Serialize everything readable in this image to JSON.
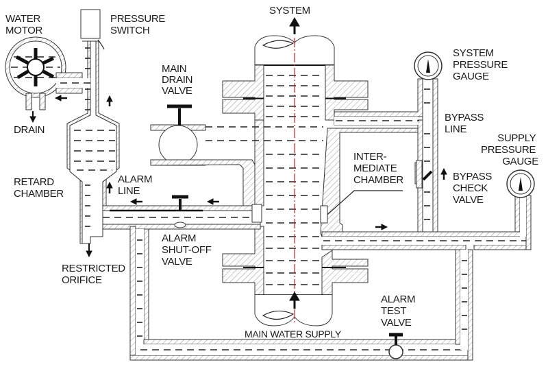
{
  "title": "Alarm check valve water-motor gong diagram",
  "labels": {
    "water_motor": [
      "WATER",
      "MOTOR"
    ],
    "pressure_switch": [
      "PRESSURE",
      "SWITCH"
    ],
    "drain": [
      "DRAIN"
    ],
    "main_drain_valve": [
      "MAIN",
      "DRAIN",
      "VALVE"
    ],
    "retard_chamber": [
      "RETARD",
      "CHAMBER"
    ],
    "alarm_line": [
      "ALARM",
      "LINE"
    ],
    "alarm_shutoff_valve": [
      "ALARM",
      "SHUT-OFF",
      "VALVE"
    ],
    "restricted_orifice": [
      "RESTRICTED",
      "ORIFICE"
    ],
    "system": [
      "SYSTEM"
    ],
    "system_pressure_gauge": [
      "SYSTEM",
      "PRESSURE",
      "GAUGE"
    ],
    "bypass_line": [
      "BYPASS",
      "LINE"
    ],
    "supply_pressure_gauge": [
      "SUPPLY",
      "PRESSURE",
      "GAUGE"
    ],
    "bypass_check_valve": [
      "BYPASS",
      "CHECK",
      "VALVE"
    ],
    "intermediate_chamber": [
      "INTER-",
      "MEDIATE",
      "CHAMBER"
    ],
    "alarm_test_valve": [
      "ALARM",
      "TEST",
      "VALVE"
    ],
    "main_water_supply": [
      "MAIN WATER SUPPLY"
    ]
  },
  "colors": {
    "centerline": "#cc2222",
    "ink": "#222222"
  }
}
